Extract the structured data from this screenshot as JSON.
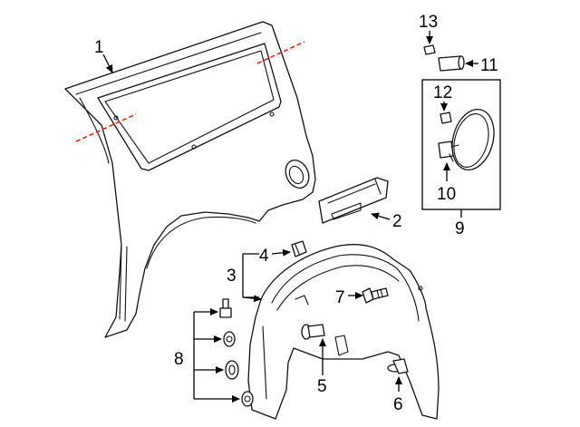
{
  "diagram": {
    "callouts": {
      "p1": "1",
      "p2": "2",
      "p3": "3",
      "p4": "4",
      "p5": "5",
      "p6": "6",
      "p7": "7",
      "p8": "8",
      "p9": "9",
      "p10": "10",
      "p11": "11",
      "p12": "12",
      "p13": "13"
    },
    "colors": {
      "line_art": "#111111",
      "cut_lines": "#e8231b",
      "background": "#ffffff"
    }
  }
}
